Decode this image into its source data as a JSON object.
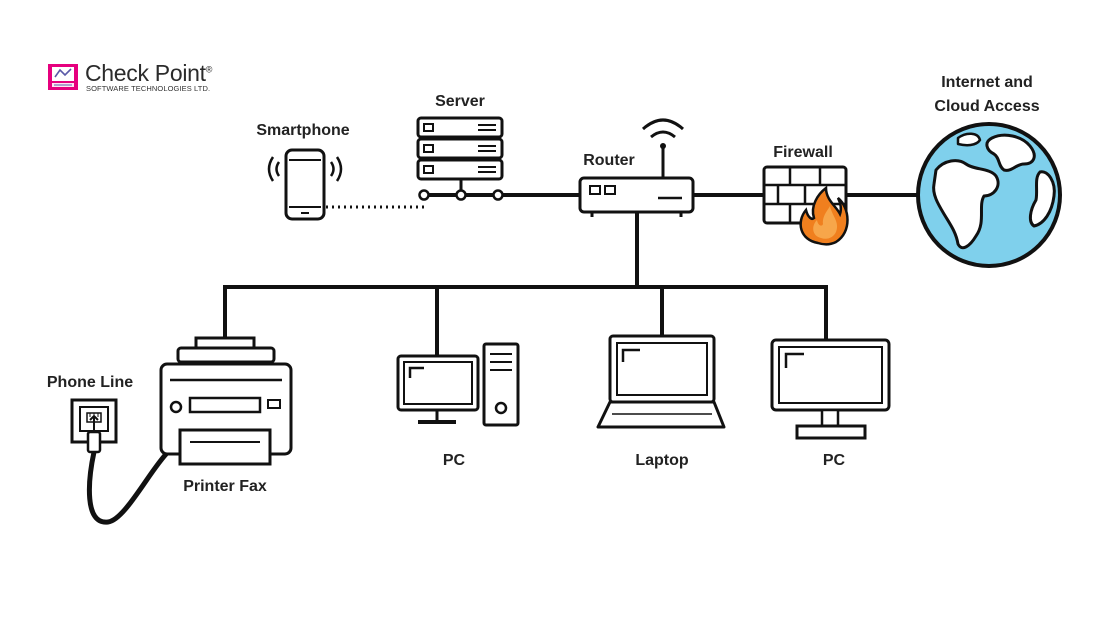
{
  "logo": {
    "name": "Check Point",
    "trademark": "®",
    "tagline": "SOFTWARE TECHNOLOGIES LTD."
  },
  "nodes": {
    "smartphone": "Smartphone",
    "server": "Server",
    "router": "Router",
    "firewall": "Firewall",
    "internet_line1": "Internet and",
    "internet_line2": "Cloud Access",
    "phone_line": "Phone Line",
    "printer_fax": "Printer Fax",
    "pc_left": "PC",
    "laptop": "Laptop",
    "pc_right": "PC"
  },
  "colors": {
    "line": "#111111",
    "globe_ocean": "#7fd0ec",
    "globe_land": "#ffffff",
    "flame_outer": "#f07f1e",
    "flame_inner": "#f7a64a",
    "logo_pink": "#e6007e"
  },
  "connections": [
    {
      "from": "smartphone",
      "to": "server",
      "style": "dotted"
    },
    {
      "from": "server",
      "to": "router",
      "style": "solid"
    },
    {
      "from": "router",
      "to": "firewall",
      "style": "solid"
    },
    {
      "from": "firewall",
      "to": "internet",
      "style": "solid"
    },
    {
      "from": "router",
      "to": "lan-bus",
      "style": "solid"
    },
    {
      "from": "lan-bus",
      "to": "printer_fax",
      "style": "solid"
    },
    {
      "from": "lan-bus",
      "to": "pc_left",
      "style": "solid"
    },
    {
      "from": "lan-bus",
      "to": "laptop",
      "style": "solid"
    },
    {
      "from": "lan-bus",
      "to": "pc_right",
      "style": "solid"
    },
    {
      "from": "phone_line",
      "to": "printer_fax",
      "style": "cable"
    }
  ]
}
